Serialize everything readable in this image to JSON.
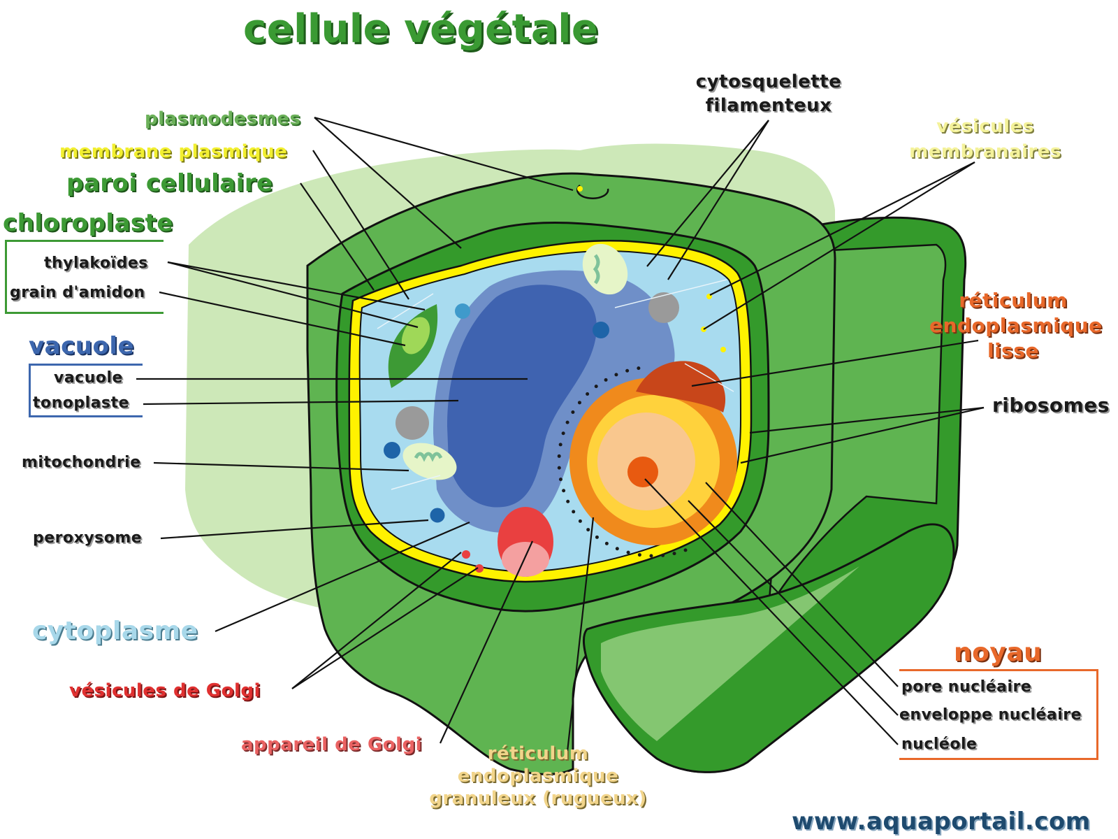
{
  "title": "cellule végétale",
  "colors": {
    "outer_wall_light": "#cde8b8",
    "wall_green": "#5fb451",
    "wall_dark": "#349a2b",
    "wall_pale": "#9fd48a",
    "membrane": "#fff200",
    "cytoplasm": "#a8dbef",
    "vacuole": "#3f63b0",
    "tonoplast": "#6f8fc8",
    "nucleus": "#f08a1c",
    "nucleolus": "#e85a10",
    "golgi": "#e94040",
    "chloroplast": "#3d9a35",
    "mitochondria": "#e6f5c8",
    "ribosome_dot": "#1a1a1a"
  },
  "labels": {
    "plasmodesmes": "plasmodesmes",
    "membrane_plasmique": "membrane plasmique",
    "paroi_cellulaire": "paroi cellulaire",
    "chloroplaste": "chloroplaste",
    "thylakoides": "thylakoïdes",
    "grain_amidon": "grain d'amidon",
    "vacuole_group": "vacuole",
    "vacuole": "vacuole",
    "tonoplaste": "tonoplaste",
    "mitochondrie": "mitochondrie",
    "peroxysome": "peroxysome",
    "cytoplasme": "cytoplasme",
    "vesicules_golgi": "vésicules de Golgi",
    "appareil_golgi": "appareil de Golgi",
    "rer_line1": "réticulum",
    "rer_line2": "endoplasmique",
    "rer_line3": "granuleux (rugueux)",
    "cytosquelette_line1": "cytosquelette",
    "cytosquelette_line2": "filamenteux",
    "vesicules_membranaires_line1": "vésicules",
    "vesicules_membranaires_line2": "membranaires",
    "rel_line1": "réticulum",
    "rel_line2": "endoplasmique",
    "rel_line3": "lisse",
    "ribosomes": "ribosomes",
    "noyau": "noyau",
    "pore_nucleaire": "pore nucléaire",
    "enveloppe_nucleaire": "enveloppe nucléaire",
    "nucleole": "nucléole"
  },
  "footer": {
    "url": "www.aquaportail.com"
  }
}
